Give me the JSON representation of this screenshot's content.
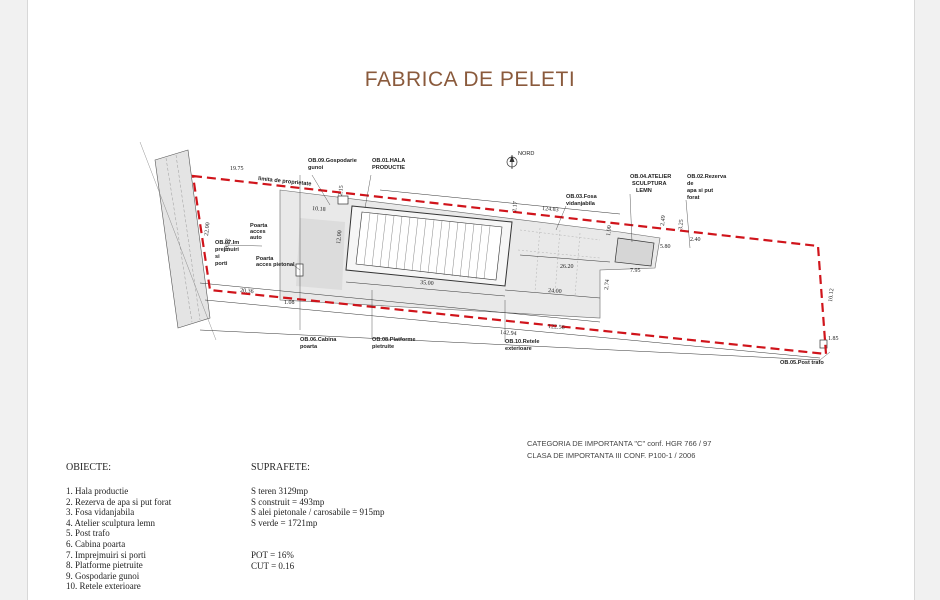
{
  "title": "FABRICA DE PELETI",
  "north": "NORD",
  "objects_heading": "OBIECTE:",
  "objects": [
    "1. Hala productie",
    "2. Rezerva de apa si put forat",
    "3. Fosa vidanjabila",
    "4. Atelier sculptura lemn",
    "5. Post trafo",
    "6. Cabina poarta",
    "7. Imprejmuiri si porti",
    "8. Platforme pietruite",
    "9. Gospodarie gunoi",
    "10. Retele exterioare"
  ],
  "surfaces_heading": "SUPRAFETE:",
  "surfaces": [
    "S teren 3129mp",
    "S construit = 493mp",
    "S alei pietonale / carosabile = 915mp",
    "S verde = 1721mp"
  ],
  "indices": [
    "POT = 16%",
    "CUT = 0.16"
  ],
  "category": [
    "CATEGORIA DE IMPORTANTA \"C\" conf. HGR 766 / 97",
    "CLASA DE IMPORTANTA III CONF. P100-1 / 2006"
  ],
  "labels": {
    "ob09": [
      "OB.09.Gospodarie",
      "gunoi"
    ],
    "ob01": [
      "OB.01.HALA",
      "PRODUCTIE"
    ],
    "ob03": [
      "OB.03.Fosa",
      "vidanjabila"
    ],
    "ob04": [
      "OB.04.ATELIER",
      "SCULPTURA",
      "LEMN"
    ],
    "ob02": [
      "OB.02.Rezerva",
      "de",
      "apa si put",
      "forat"
    ],
    "ob07": [
      "OB.07.Im",
      "prejmuiri",
      "si",
      "porti"
    ],
    "ob06": [
      "OB.06.Cabina",
      "poarta"
    ],
    "ob08": [
      "OB.08.Platforme",
      "pietruite"
    ],
    "ob10": [
      "OB.10.Retele",
      "exterioare"
    ],
    "ob05": "OB.05.Post trafo",
    "limit": "limita de proprietate",
    "poarta_auto": [
      "Poarta",
      "acces",
      "auto"
    ],
    "poarta_pietonal": [
      "Poarta",
      "acces pietonal"
    ]
  },
  "dimensions": {
    "d1": "19.75",
    "d2": "22.00",
    "d3": "19.22",
    "d4": "20.36",
    "d5": "1.08",
    "d6": "10.18",
    "d7": "2.15",
    "d8": "12.00",
    "d9": "35.00",
    "d10": "24.00",
    "d11": "124.83",
    "d12": "2.17",
    "d13": "142.94",
    "d14": "122.56",
    "d15": "2.49",
    "d16": "3.25",
    "d17": "2.40",
    "d18": "5.80",
    "d19": "7.95",
    "d20": "26.20",
    "d21": "1.85",
    "d22": "10.12",
    "d23": "2.74",
    "d24": "1.00"
  }
}
